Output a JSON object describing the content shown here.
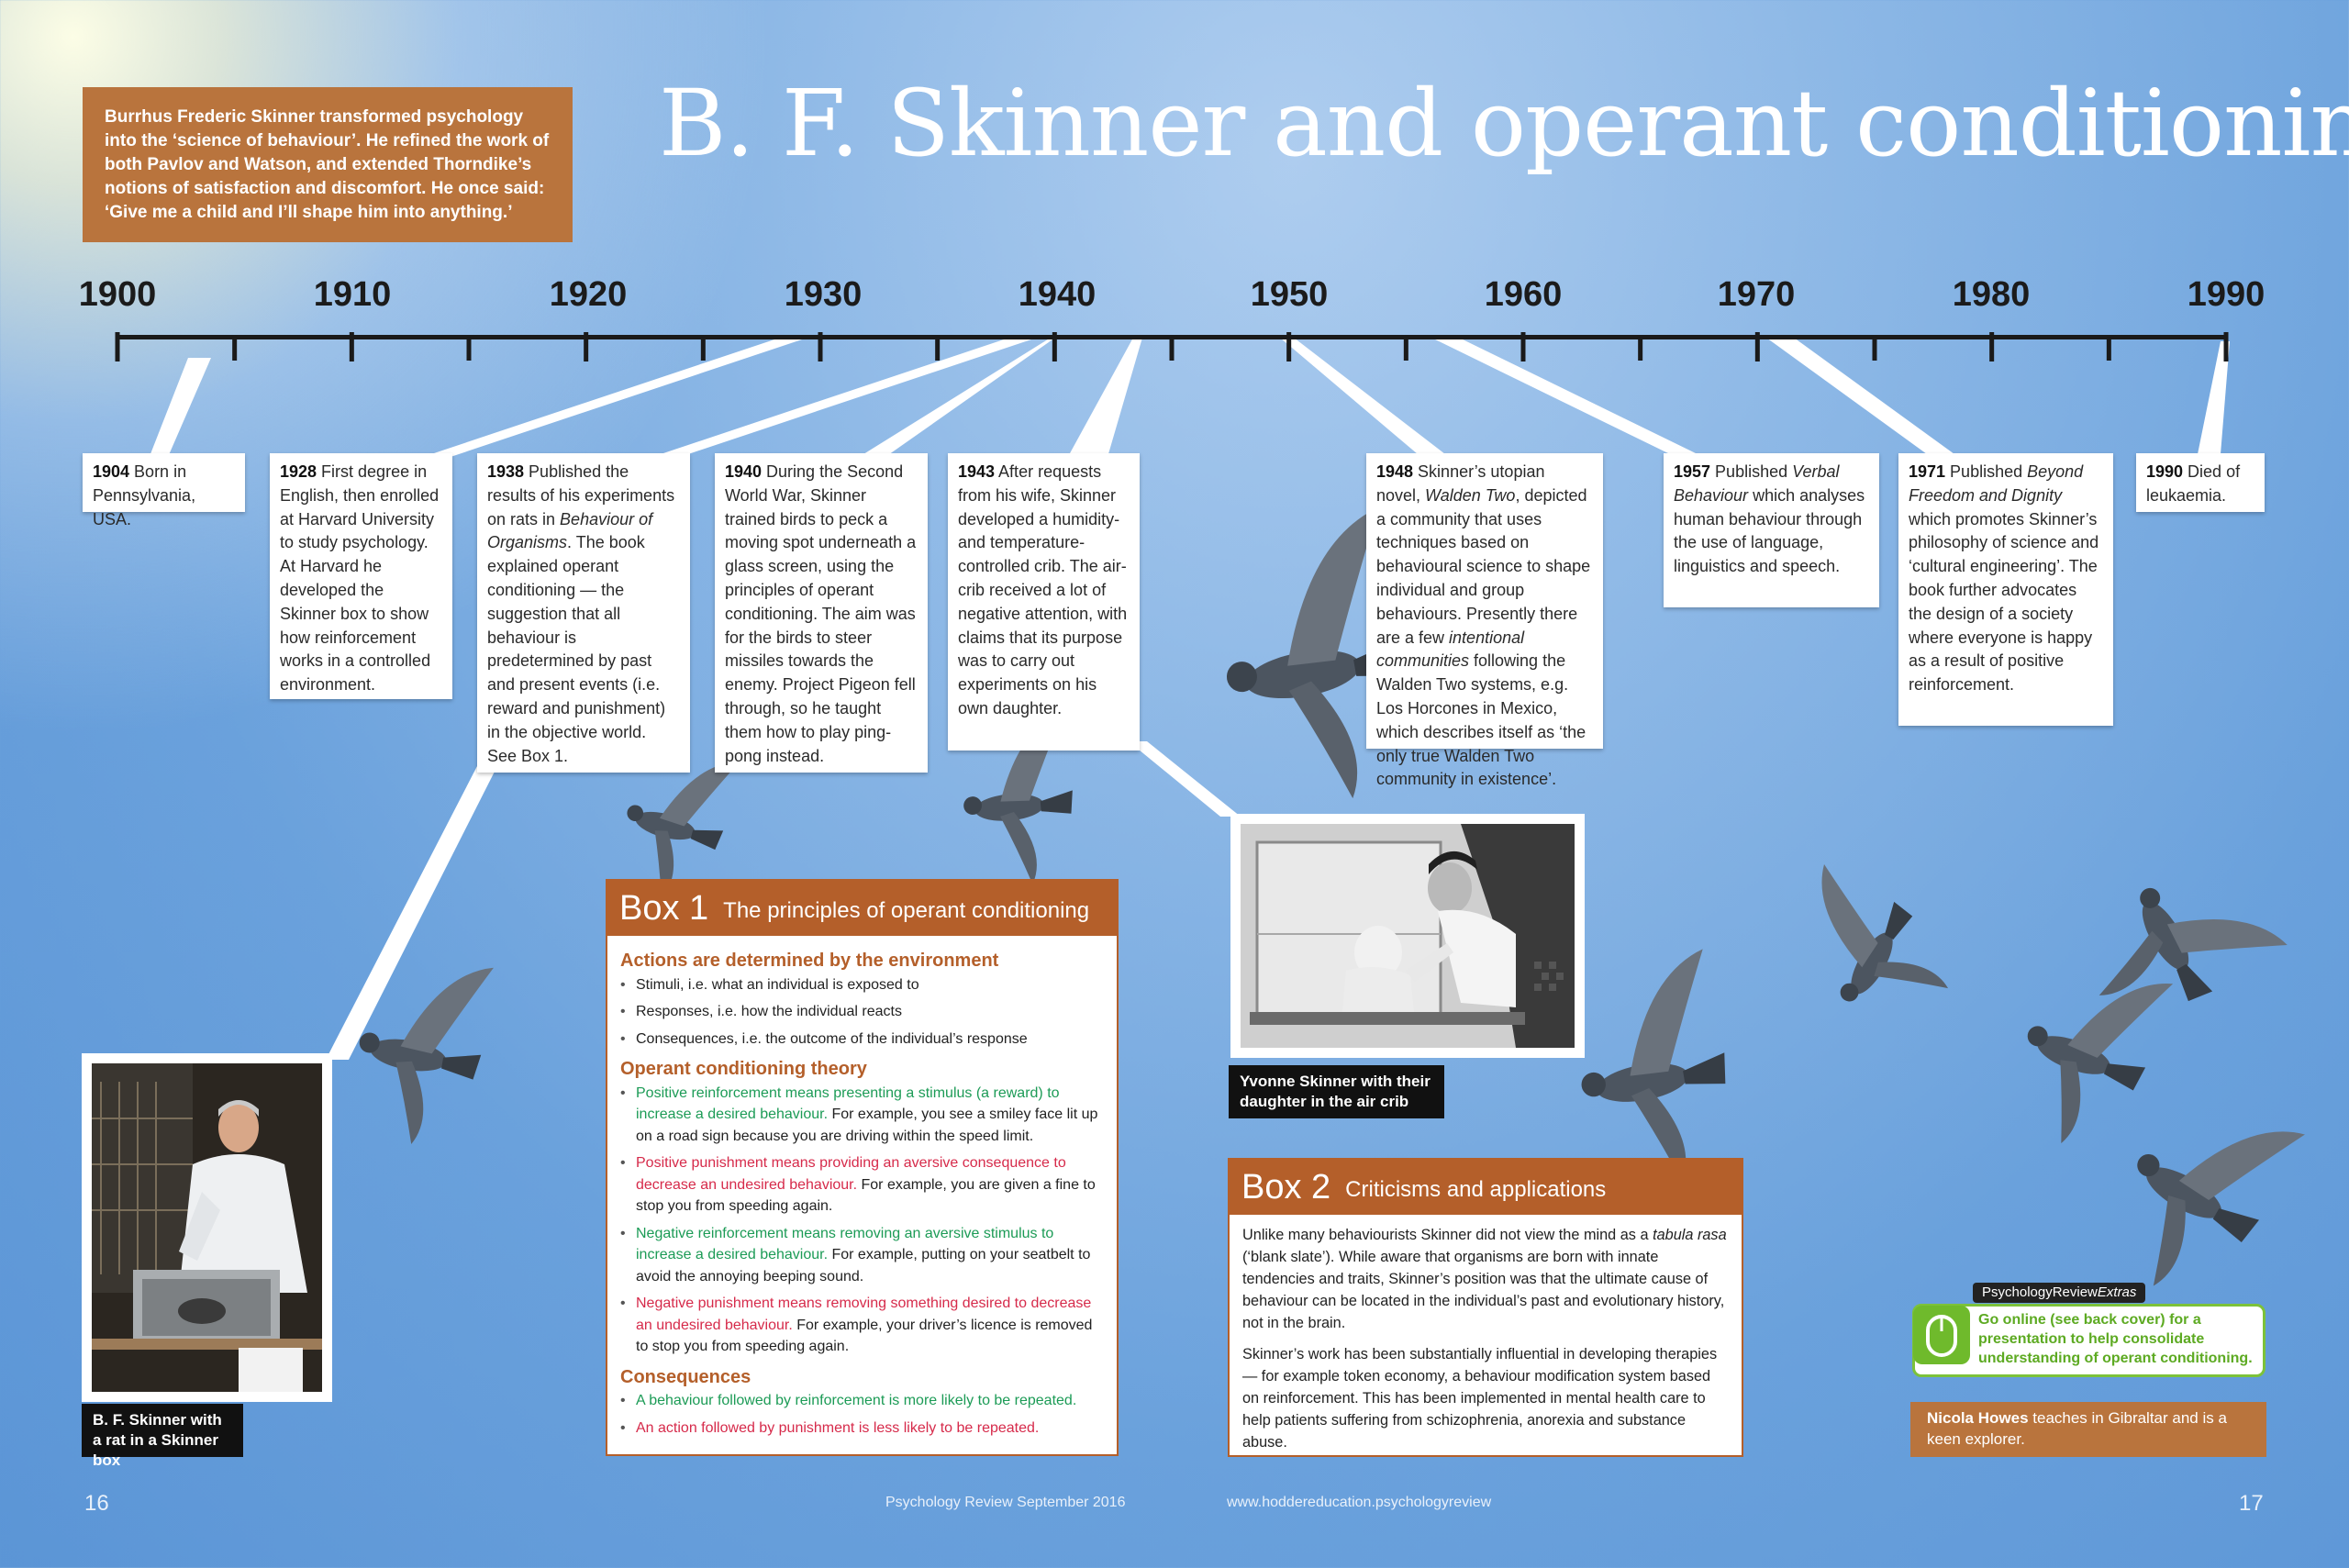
{
  "intro": "Burrhus Frederic Skinner transformed psychology into the ‘science of behaviour’. He refined the work of both Pavlov and Watson, and extended Thorndike’s notions of satisfaction and discomfort. He once said: ‘Give me a child and I’ll shape him into anything.’",
  "title": "B. F. Skinner and operant conditioning",
  "timeline": {
    "decades": [
      "1900",
      "1910",
      "1920",
      "1930",
      "1940",
      "1950",
      "1960",
      "1970",
      "1980",
      "1990"
    ],
    "events": [
      {
        "year": "1904",
        "text": " Born in Pennsylvania, USA."
      },
      {
        "year": "1928",
        "text": " First degree in English, then enrolled at Harvard University to study psychology. At Harvard he developed the Skinner box to show how reinforcement works in a controlled environment."
      },
      {
        "year": "1938",
        "t1": " Published the results of his experiments on rats in ",
        "i1": "Behaviour of Organisms",
        "t2": ". The book explained operant conditioning — the suggestion that all behaviour is predetermined by past and present events (i.e. reward and punishment) in the objective world. See Box 1."
      },
      {
        "year": "1940",
        "text": " During the Second World War, Skinner trained birds to peck a moving spot underneath a glass screen, using the principles of operant conditioning. The aim was for the birds to steer missiles towards the enemy. Project Pigeon fell through, so he taught them how to play ping-pong instead."
      },
      {
        "year": "1943",
        "text": " After requests from his wife, Skinner developed a humidity- and temperature-controlled crib. The air-crib received a lot of negative attention, with claims that its purpose was to carry out experiments on his own daughter."
      },
      {
        "year": "1948",
        "t1": " Skinner’s utopian novel, ",
        "i1": "Walden Two",
        "t2": ", depicted a community that uses techniques based on behavioural science to shape individual and group behaviours. Presently there are a few ",
        "i2": "intentional communities",
        "t3": " following the Walden Two systems, e.g. Los Horcones in Mexico, which describes itself as ‘the only true Walden Two community in existence’."
      },
      {
        "year": "1957",
        "t1": " Published ",
        "i1": "Verbal Behaviour",
        "t2": " which analyses human behaviour through the use of language, linguistics and speech."
      },
      {
        "year": "1971",
        "t1": " Published ",
        "i1": "Beyond Freedom and Dignity",
        "t2": " which promotes Skinner’s philosophy of science and ‘cultural engineering’. The book further advocates the design of a society where everyone is happy as a result of positive reinforcement."
      },
      {
        "year": "1990",
        "text": " Died of leukaemia."
      }
    ]
  },
  "captions": {
    "skinner": "B. F. Skinner with a rat in a Skinner box",
    "aircrib": "Yvonne Skinner with their daughter in the air crib"
  },
  "box1": {
    "label": "Box 1",
    "title": "The principles of operant conditioning",
    "s1_heading": "Actions are determined by the environment",
    "s1_items": [
      "Stimuli, i.e. what an individual is exposed to",
      "Responses, i.e. how the individual reacts",
      "Consequences, i.e. the outcome of the individual’s response"
    ],
    "s2_heading": "Operant conditioning theory",
    "s2_items": [
      {
        "lead": "Positive reinforcement means presenting a stimulus (a reward) to increase a desired behaviour.",
        "rest": " For example, you see a smiley face lit up on a road sign because you are driving within the speed limit."
      },
      {
        "lead": "Positive punishment means providing an aversive consequence to decrease an undesired behaviour.",
        "rest": " For example, you are given a fine to stop you from speeding again."
      },
      {
        "lead": "Negative reinforcement means removing an aversive stimulus to increase a desired behaviour.",
        "rest": " For example, putting on your seatbelt to avoid the annoying beeping sound."
      },
      {
        "lead": "Negative punishment means removing something desired to decrease an undesired behaviour.",
        "rest": " For example, your driver’s licence is removed to stop you from speeding again."
      }
    ],
    "s3_heading": "Consequences",
    "s3_items": [
      "A behaviour followed by reinforcement is more likely to be repeated.",
      "An action followed by punishment is less likely to be repeated."
    ]
  },
  "box2": {
    "label": "Box 2",
    "title": "Criticisms and applications",
    "p1_a": "Unlike many behaviourists Skinner did not view the mind as a ",
    "p1_i": "tabula rasa",
    "p1_b": " (‘blank slate’). While aware that organisms are born with innate tendencies and traits, Skinner’s position was that the ultimate cause of behaviour can be located in the individual’s past and evolutionary history, not in the brain.",
    "p2": "Skinner’s work has been substantially influential in developing therapies — for example token economy, a behaviour modification system based on reinforcement. This has been implemented in mental health care to help patients suffering from schizophrenia, anorexia and substance abuse."
  },
  "extras": {
    "tag_a": "PsychologyReview",
    "tag_b": "Extras",
    "text": "Go online (see back cover) for a presentation to help consolidate understanding of operant conditioning.",
    "color": "#7cc23a"
  },
  "author": {
    "name": "Nicola Howes",
    "rest": " teaches in Gibraltar and is a keen explorer."
  },
  "footer": {
    "left_page": "16",
    "right_page": "17",
    "magazine": "Psychology Review  September 2016",
    "url": "www.hoddereducation.psychologyreview"
  },
  "colors": {
    "accent": "#b45f2a",
    "intro_bg": "#b9743d",
    "positive": "#1c9b56",
    "negative": "#d62a4a"
  }
}
